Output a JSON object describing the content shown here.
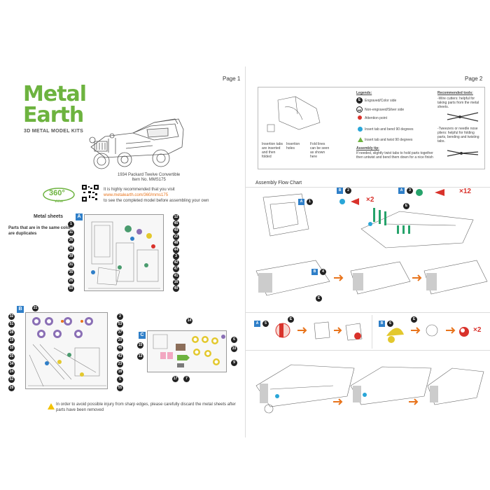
{
  "page1": {
    "page_label": "Page 1",
    "logo_line1": "Metal",
    "logo_line2": "Earth",
    "logo_sub": "3D METAL MODEL KITS",
    "car_title": "1934 Packard Twelve Convertible",
    "item_no": "Item  No.  MMS175",
    "badge_360": "360°",
    "badge_view": "view",
    "tip_line1": "It is highly recommended that you visit",
    "tip_link": "www.metalearth.com/360/mms175",
    "tip_line3": "to see the completed model before assembling your own",
    "metal_sheets": "Metal sheets",
    "parts_note": "Parts that are in the same color are duplicates",
    "sheet_a": "A",
    "sheet_b": "B",
    "sheet_c": "C",
    "sheet_a_left_numbers": [
      "1",
      "11",
      "36",
      "38",
      "39",
      "31",
      "35",
      "26",
      "50"
    ],
    "sheet_a_right_numbers": [
      "12",
      "45",
      "49",
      "22",
      "48",
      "44",
      "3",
      "42",
      "47",
      "41",
      "16",
      "40"
    ],
    "sheet_b_top_numbers": [
      "21"
    ],
    "sheet_b_left_numbers": [
      "32",
      "51",
      "28",
      "19",
      "10",
      "25",
      "34",
      "24",
      "52",
      "29"
    ],
    "sheet_b_right_numbers": [
      "2",
      "53",
      "37",
      "20",
      "46",
      "43",
      "23",
      "18",
      "5",
      "55"
    ],
    "sheet_c_numbers": [
      "14",
      "15",
      "13",
      "6",
      "33",
      "9",
      "17",
      "7"
    ],
    "warning": "In order to avoid possible injury from sharp edges, please carefully discard the metal sheets after parts have been removed"
  },
  "page2": {
    "page_label": "Page 2",
    "insertion_tabs": "Insertion tabs are inserted and then folded",
    "insertion_holes": "Insertion holes",
    "fold_lines": "Fold lines can be seen as shown here",
    "legends_title": "Legends:",
    "legend_e_badge": "E",
    "legend_e": "Engraved/Color side",
    "legend_ne_badge": "NE",
    "legend_ne": "Non-engraved/Silver side",
    "legend_attention": "Attention point",
    "legend_bend": "Insert tab and bend 90 degrees",
    "legend_twist": "Insert tab and twist 90 degrees",
    "assembly_tip_title": "Assembly tip:",
    "assembly_tip": "If needed, slightly twist tabs to hold parts together then untwist and bend them down for a nice finish",
    "tools_title": "Recommended tools:",
    "tool_1": "-Wire cutters: helpful for taking parts from the metal sheets.",
    "tool_2": "-Tweezers or needle nose pliers: helpful for folding parts, bending and twisting tabs.",
    "flow_title": "Assembly Flow Chart",
    "step_labels": [
      "A",
      "1",
      "B",
      "2",
      "A",
      "3",
      "E",
      "B",
      "4",
      "E",
      "A",
      "5",
      "E",
      "B",
      "6",
      "E"
    ],
    "multiplier_2": "×2",
    "multiplier_12": "×12",
    "multiplier_2b": "×2"
  },
  "colors": {
    "brand_green": "#6db33f",
    "sheet_blue": "#2f7fc8",
    "accent_orange": "#e8741c",
    "attention_red": "#d9322b",
    "warning_yellow": "#f2c200"
  }
}
